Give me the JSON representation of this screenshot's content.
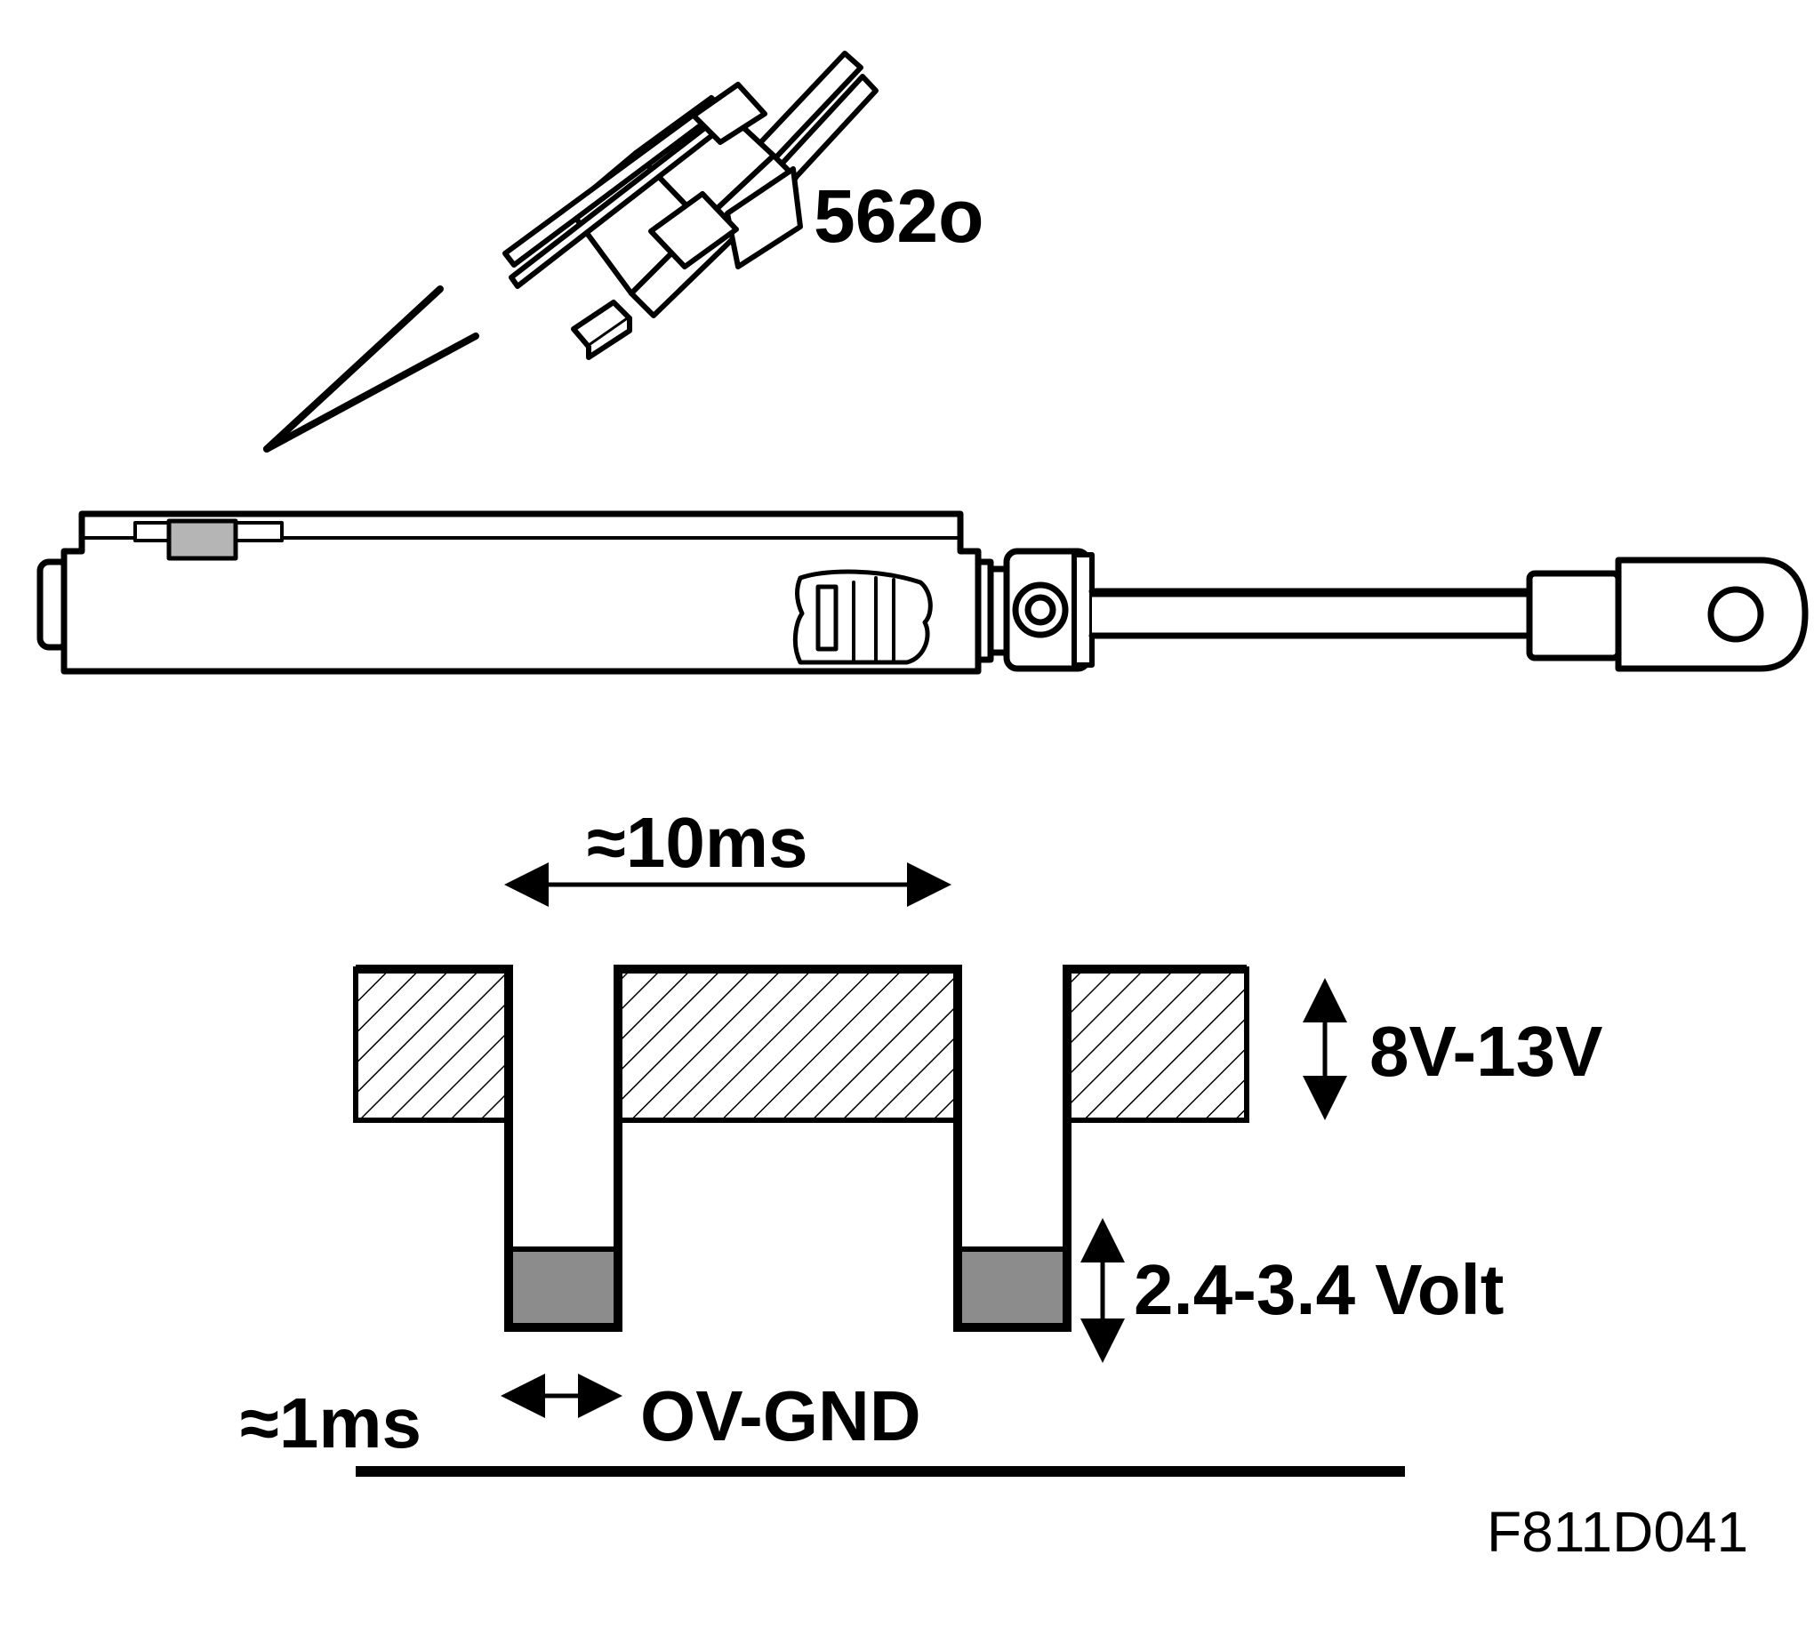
{
  "connector_label": "562o",
  "period_label": "≈10ms",
  "high_level_label": "8V-13V",
  "low_level_label": "2.4-3.4 Volt",
  "pulse_width_label": "≈1ms",
  "ground_label": "OV-GND",
  "figure_code": "F811D041",
  "colors": {
    "ink": "#000000",
    "low_band_fill": "#8c8c8c",
    "sensor_fill": "#b5b5b5",
    "background": "#ffffff"
  }
}
